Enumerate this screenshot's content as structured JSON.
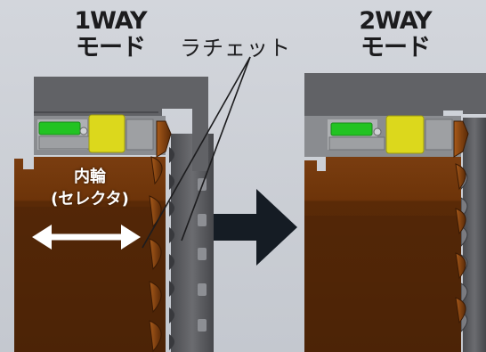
{
  "left_mode": {
    "line1": "1WAY",
    "line2": "モード"
  },
  "right_mode": {
    "line1": "2WAY",
    "line2": "モード"
  },
  "ratchet_label": "ラチェット",
  "inner_ring_label": {
    "line1": "内輪",
    "line2": "(セレクタ)"
  },
  "colors": {
    "housing": "#5f6064",
    "inner_ring_light": "#7a3e10",
    "inner_ring_dark": "#4d2508",
    "ratchet": "#5a5b5f",
    "spring": "#21c421",
    "pawl": "#dcd81c",
    "arrow": "#151c24"
  },
  "icons": [
    "double-arrow-icon",
    "right-arrow-icon",
    "leader-line-icon"
  ]
}
